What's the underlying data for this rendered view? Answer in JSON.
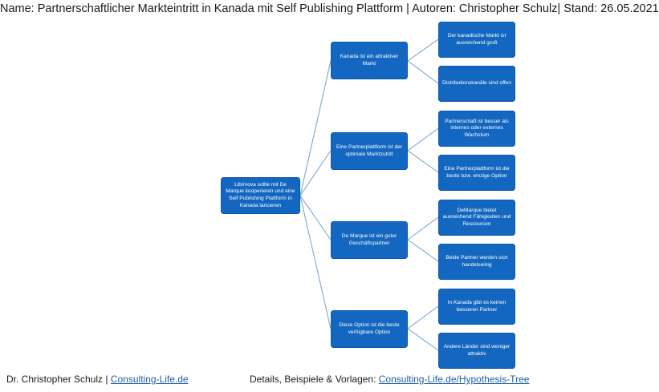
{
  "header": {
    "title": "Name: Partnerschaftlicher Markteintritt in Kanada mit Self Publishing Plattform | Autoren: Christopher Schulz| Stand: 26.05.2021"
  },
  "tree": {
    "root": "Librinova sollte mit De Marque kooperieren und eine Self Publishing Plattform in Kanada lancieren",
    "branches": [
      {
        "label": "Kanada ist ein attraktiver Markt",
        "children": [
          "Der kanadische Markt ist ausreichend groß",
          "Distributionskanäle sind offen"
        ]
      },
      {
        "label": "Eine Partnerplattform ist der optimale Marktzutritt",
        "children": [
          "Partnerschaft ist besser als internes oder externes Wachstum",
          "Eine Partnerplattform ist die beste bzw. einzige Option"
        ]
      },
      {
        "label": "De Marque ist ein guter Geschäftspartner",
        "children": [
          "DeMarque bietet ausreichend Fähigkeiten und Ressourcen",
          "Beide Partner werden sich handelseinig"
        ]
      },
      {
        "label": "Diese Option ist die beste verfügbare Option",
        "children": [
          "In Kanada gibt es keinen besseren Partner",
          "Andere Länder sind weniger attraktiv"
        ]
      }
    ]
  },
  "footer": {
    "left_text": "Dr. Christopher Schulz | ",
    "left_link": "Consulting-Life.de",
    "right_text": "Details, Beispiele & Vorlagen: ",
    "right_link": "Consulting-Life.de/Hypothesis-Tree"
  },
  "colors": {
    "node_fill": "#1367c0",
    "connector": "#6f9fd0",
    "link": "#1f5ea8"
  }
}
